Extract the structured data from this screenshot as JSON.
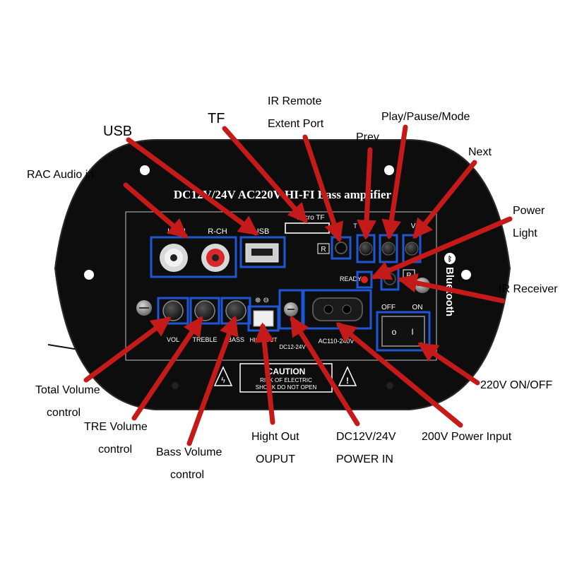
{
  "board": {
    "title": "DC12V/24V AC220V HI-FI Bass amplifier",
    "port_labels": {
      "lch": "L-CH",
      "rch": "R-CH",
      "usb": "USB",
      "microtf": "Micro TF",
      "t": "T",
      "v_plus": "V+",
      "ready": "READY",
      "r1": "R",
      "r2": "R",
      "off": "OFF",
      "on": "ON",
      "vol": "VOL",
      "treble": "TREBLE",
      "bass": "BASS",
      "highout": "HIGH OUT",
      "dc": "DC12-24V",
      "ac": "AC110-240V",
      "bluetooth": "Bluetooth"
    },
    "caution": {
      "title": "CAUTION",
      "line1": "RISK OF ELECTRIC",
      "line2": "SHOCK DO NOT OPEN"
    }
  },
  "callouts": {
    "usb": "USB",
    "tf": "TF",
    "ir_remote_1": "IR Remote",
    "ir_remote_2": "Extent Port",
    "prev": "Prev",
    "play": "Play/Pause/Mode",
    "next": "Next",
    "rac": "RAC Audio in",
    "power_light_1": "Power",
    "power_light_2": "Light",
    "ir_receiver": "IR Receiver",
    "on_off": "220V ON/OFF",
    "total_vol_1": "Total Volume",
    "total_vol_2": "control",
    "tre_vol_1": "TRE Volume",
    "tre_vol_2": "control",
    "bass_vol_1": "Bass Volume",
    "bass_vol_2": "control",
    "hight_out_1": "Hight Out",
    "hight_out_2": "OUPUT",
    "dc_in_1": "DC12V/24V",
    "dc_in_2": "POWER IN",
    "ac_in": "200V Power Input"
  },
  "colors": {
    "panel": "#0d0d0d",
    "frame": "#1e56d6",
    "arrow": "#c41a1a",
    "text": "#ffffff"
  }
}
